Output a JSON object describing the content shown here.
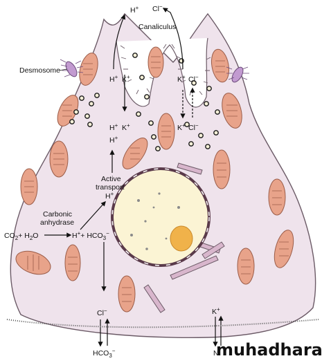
{
  "labels": {
    "h_top": "H",
    "cl_top": "Cl",
    "canaliculus": "Canaliculus",
    "desmosome": "Desmosome",
    "h_left": "H",
    "k_left": "K",
    "k_right": "K",
    "cl_right": "Cl",
    "h_left2": "H",
    "k_left2": "K",
    "k_right2": "K",
    "cl_right2": "Cl",
    "h_mid": "H",
    "active_transport_1": "Active",
    "active_transport_2": "transport",
    "h_at": "H",
    "carbonic_1": "Carbonic",
    "carbonic_2": "anhydrase",
    "co2": "CO",
    "h2o": "+ H",
    "h2o_o": "O",
    "h_eq": "H",
    "hco3_eq": "+ HCO",
    "cl_bottom": "Cl",
    "hco3_bottom": "HCO",
    "k_bottom": "K",
    "nabottom": "N"
  },
  "superscripts": {
    "plus": "+",
    "minus": "−",
    "two": "2",
    "three": "3"
  },
  "watermark": "muhadharaty.com",
  "colors": {
    "cytoplasm": "#efe3ec",
    "outline": "#6b5a66",
    "mito_fill": "#e8a38a",
    "mito_line": "#9a5c48",
    "nucleus": "#fbf4d4",
    "nucleolus": "#f0b24a",
    "er": "#b88aa8",
    "granule": "#d9c24a"
  }
}
